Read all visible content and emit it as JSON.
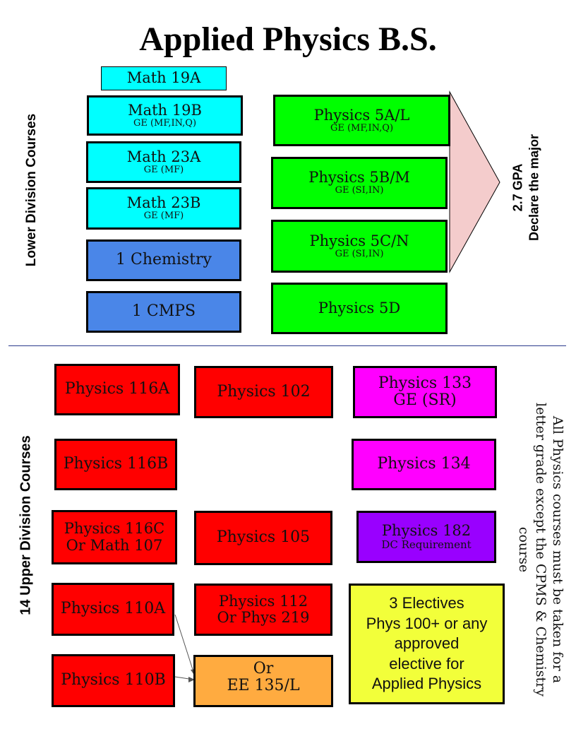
{
  "title": "Applied Physics B.S.",
  "lower": {
    "label": "Lower Division Courses",
    "math19a": "Math 19A",
    "math19b": {
      "name": "Math 19B",
      "ge": "GE (MF,IN,Q)"
    },
    "math23a": {
      "name": "Math 23A",
      "ge": "GE (MF)"
    },
    "math23b": {
      "name": "Math 23B",
      "ge": "GE (MF)"
    },
    "chem": "1 Chemistry",
    "cmps": "1 CMPS",
    "phys5a": {
      "name": "Physics 5A/L",
      "ge": "GE (MF,IN,Q)"
    },
    "phys5b": {
      "name": "Physics 5B/M",
      "ge": "GE (SI,IN)"
    },
    "phys5c": {
      "name": "Physics  5C/N",
      "ge": "GE (SI,IN)"
    },
    "phys5d": "Physics 5D",
    "gpa": {
      "line1": "2.7 GPA",
      "line2": "Declare the major"
    }
  },
  "upper": {
    "label": "14 Upper Division Courses",
    "p116a": "Physics  116A",
    "p102": "Physics 102",
    "p133": {
      "name": "Physics 133",
      "ge": "GE (SR)"
    },
    "p116b": "Physics  116B",
    "p134": "Physics 134",
    "p116c": {
      "line1": "Physics 116C",
      "line2": "Or Math 107"
    },
    "p105": "Physics 105",
    "p182": {
      "name": "Physics 182",
      "req": "DC Requirement"
    },
    "p110a": "Physics 110A",
    "p112": {
      "line1": "Physics 112",
      "line2": "Or Phys 219"
    },
    "p110b": "Physics 110B",
    "ee135": {
      "line1": "Or",
      "line2": "EE 135/L"
    },
    "electives": [
      "3 Electives",
      "Phys 100+ or any",
      "approved",
      "elective for",
      "Applied Physics"
    ],
    "note": [
      "All Physics courses must be taken for  a",
      "letter grade except the CPMS & Chemistry",
      "course"
    ]
  },
  "colors": {
    "math": "#00ffff",
    "support": "#4a86e8",
    "lower_physics": "#00ff00",
    "upper_core": "#ff0000",
    "upper_ge": "#ff00ff",
    "dc": "#9900ff",
    "alt": "#ffab40",
    "electives": "#f2ff3a",
    "arrow": "#f4cccc"
  }
}
